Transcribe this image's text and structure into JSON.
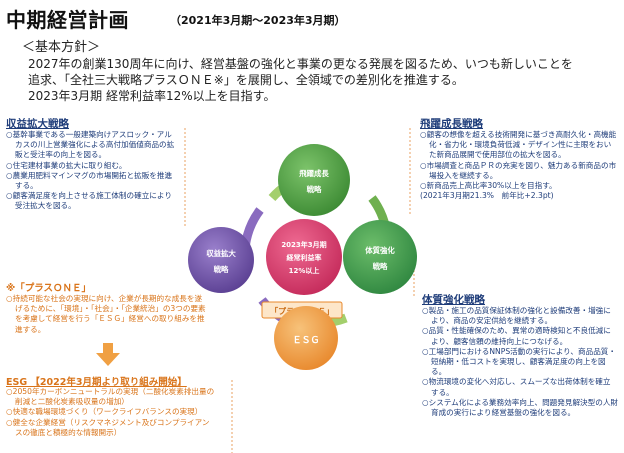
{
  "title": "中期経営計画",
  "period": "（2021年3月期～2023年3月期）",
  "policy_heading": "＜基本方針＞",
  "intro_lines": [
    "2027年の創業130周年に向け、経営基盤の強化と事業の更なる発展を図るため、いつも新しいことを",
    "追求、「全社三大戦略プラスＯＮＥ※」を展開し、全領域での差別化を推進する。",
    "2023年3月期 経常利益率12%以上を目指す。"
  ],
  "profit_expansion": {
    "heading": "収益拡大戦略",
    "items": [
      "○基幹事業である一般建築向けアスロック・アルカスの川上営業強化による高付加価値商品の拡販と受注率の向上を図る。",
      "○住宅建材事業の拡大に取り組む。",
      "○農業用肥料マインマグの市場開拓と拡販を推進する。",
      "○顧客満足度を向上させる施工体制の確立により受注拡大を図る。"
    ]
  },
  "leap_growth": {
    "heading": "飛躍成長戦略",
    "items": [
      "○顧客の想像を超える技術開発に基づき高耐久化・高機能化・省力化・環境負荷低減・デザイン性に主眼をおいた新商品展開で使用部位の拡大を図る。",
      "○市場調査と商品ＰＲの充実を図り、魅力ある新商品の市場投入を継続する。",
      "○新商品売上高比率30%以上を目指す。",
      "(2021年3月期21.3%　前年比+2.3pt)"
    ]
  },
  "plus_one": {
    "heading": "※「プラスＯＮＥ」",
    "text": "○持続可能な社会の実現に向け、企業が長期的な成長を遂げるために、「環境」・「社会」・「企業統治」の3つの要素を考慮して経営を行う「ＥＳＧ」経営への取り組みを推進する。"
  },
  "esg": {
    "heading": "ESG 【2022年3月期より取り組み開始】",
    "items": [
      "○2050年カーボンニュートラルの実現（二酸化炭素排出量の削減と二酸化炭素吸収量の増加）",
      "○快適な職場環境づくり（ワークライフバランスの実現）",
      "○健全な企業経営（リスクマネジメント及びコンプライアンスの徹底と積極的な情報開示）"
    ]
  },
  "constitution": {
    "heading": "体質強化戦略",
    "items": [
      "○製品・施工の品質保証体制の強化と設備改善・増強により、商品の安定供給を継続する。",
      "○品質・性能確保のため、異常の適時検知と不良低減により、顧客信頼の維持向上につなげる。",
      "○工場部門におけるNNPS活動の実行により、商品品質・短納期・低コストを実現し、顧客満足度の向上を図る。",
      "○物流環境の変化へ対応し、スムーズな出荷体制を確立する。",
      "○システム化による業務効率向上、問題発見解決型の人財育成の実行により経営基盤の強化を図る。"
    ]
  },
  "diagram": {
    "top_node": [
      "飛躍成長",
      "戦略"
    ],
    "left_node": [
      "収益拡大",
      "戦略"
    ],
    "right_node": [
      "体質強化",
      "戦略"
    ],
    "bottom_node": "ＥＳＧ",
    "plus_label": "「プラスＯＮＥ」",
    "center": [
      "2023年3月期",
      "経常利益率",
      "12%以上"
    ],
    "colors": {
      "top": "#49a13f",
      "left": "#6b4fa3",
      "right": "#3f9a4a",
      "bottom": "#f0a043",
      "center": "#d63a6a",
      "ring_green": "#9ccc65",
      "ring_purple": "#8a6bbf"
    }
  }
}
